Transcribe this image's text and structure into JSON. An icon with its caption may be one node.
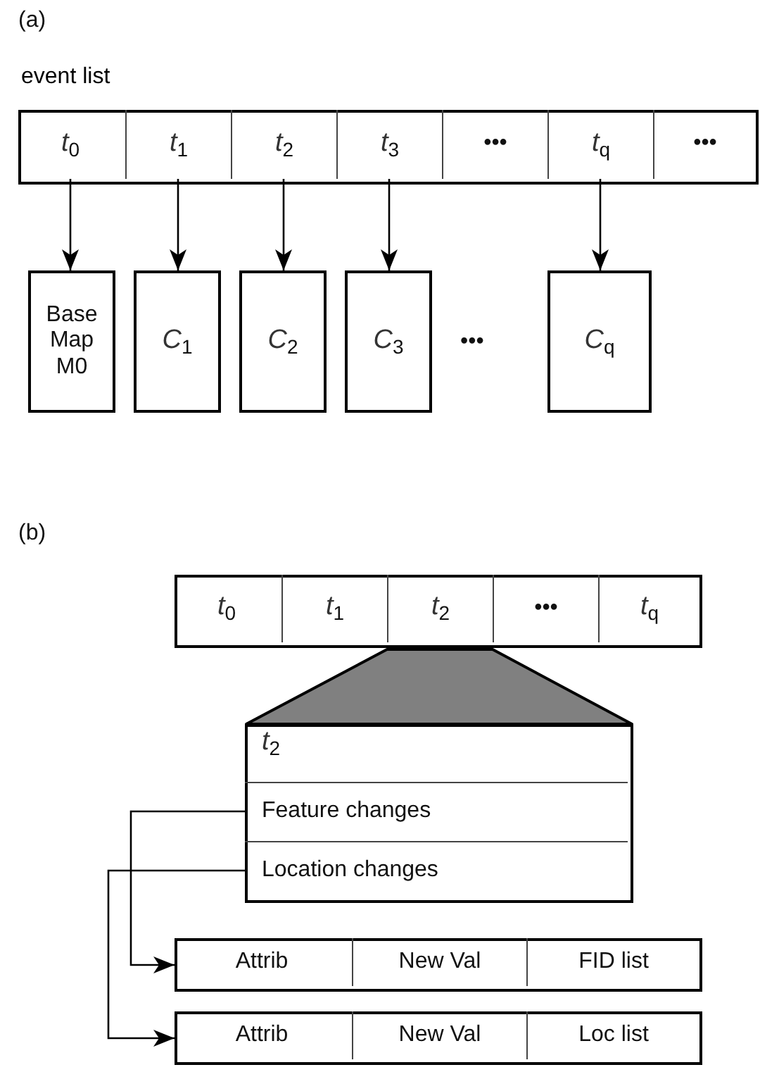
{
  "diagram": {
    "nodes": [
      {
        "text": [
          "event list"
        ]
      },
      {
        "text": [
          "*t*$_{0}$"
        ],
        "in": 0
      },
      {
        "text": [
          "*t*$_{1}$"
        ],
        "in": 0
      },
      {
        "text": [
          "*t*$_{2}$"
        ],
        "in": 0
      },
      {
        "text": [
          "*t*$_{3}$"
        ],
        "in": 0
      },
      {
        "text": [
          "•••"
        ],
        "in": 0
      },
      {
        "text": [
          "*t*$_{q}$"
        ],
        "in": 0
      },
      {
        "text": [
          "•••"
        ],
        "in": 0
      },
      {
        "text": [
          "Base Map M0"
        ]
      },
      {
        "text": [
          "*C*$_{1}$"
        ]
      },
      {
        "text": [
          "*C*$_{2}$"
        ]
      },
      {
        "text": [
          "*C*$_{3}$"
        ]
      },
      {
        "text": [
          "*C*$_{q}$"
        ]
      },
      {
        "text": [],
        "shape": "box"
      },
      {
        "text": [
          "*t*$_{0}$"
        ],
        "in": 13
      },
      {
        "text": [
          "*t*$_{1}$"
        ],
        "in": 13
      },
      {
        "text": [
          "*t*$_{2}$"
        ],
        "in": 13
      },
      {
        "text": [
          "•••"
        ],
        "in": 13
      },
      {
        "text": [
          "*t*$_{q}$"
        ],
        "in": 13
      },
      {
        "text": [],
        "shape": "box"
      },
      {
        "text": [
          "*t*$_{2}$"
        ],
        "in": 19
      },
      {
        "text": [
          "Feature changes"
        ],
        "in": 19
      },
      {
        "text": [
          "Location changes"
        ],
        "in": 19
      },
      {
        "text": [],
        "shape": "box"
      },
      {
        "text": [
          "Attrib"
        ],
        "in": 23
      },
      {
        "text": [
          "New Val"
        ],
        "in": 23
      },
      {
        "text": [
          "FID list"
        ],
        "in": 23
      },
      {
        "text": [],
        "shape": "box"
      },
      {
        "text": [
          "Attrib"
        ],
        "in": 27
      },
      {
        "text": [
          "New Val"
        ],
        "in": 27
      },
      {
        "text": [
          "Loc list"
        ],
        "in": 27
      },
      {
        "text": [],
        "shape": "trapezoid"
      }
    ],
    "edges": [
      {
        "from": 1,
        "to": 8,
        "arrow": "to"
      },
      {
        "from": 2,
        "to": 9,
        "arrow": "to"
      },
      {
        "from": 3,
        "to": 10,
        "arrow": "to"
      },
      {
        "from": 4,
        "to": 11,
        "arrow": "to"
      },
      {
        "from": 6,
        "to": 12,
        "arrow": "to"
      },
      {
        "from": 21,
        "to": 23,
        "arrow": "to"
      },
      {
        "from": 22,
        "to": 27,
        "arrow": "to"
      }
    ],
    "labels": [
      "(a)",
      "•••",
      "(b)"
    ]
  }
}
